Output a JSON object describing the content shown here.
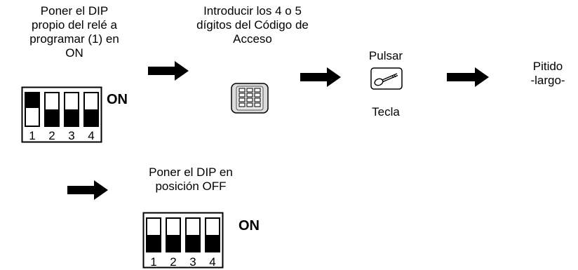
{
  "step1": {
    "text": "Poner el DIP\npropio del relé a\nprogramar (1) en\nON",
    "on_label": "ON",
    "switch_numbers": [
      "1",
      "2",
      "3",
      "4"
    ]
  },
  "step2": {
    "text": "Introducir los 4 o 5\ndígitos del Código de\nAcceso",
    "icon": "keypad-icon"
  },
  "step3": {
    "top_text": "Pulsar",
    "bottom_text": "Tecla",
    "icon": "key-icon"
  },
  "step4": {
    "text": "Pitido\n-largo-"
  },
  "step5": {
    "text": "Poner el DIP en\nposición OFF",
    "on_label": "ON",
    "switch_numbers": [
      "1",
      "2",
      "3",
      "4"
    ]
  },
  "icons": [
    "arrow-right-icon",
    "dip-switch-icon",
    "keypad-icon",
    "key-icon"
  ]
}
